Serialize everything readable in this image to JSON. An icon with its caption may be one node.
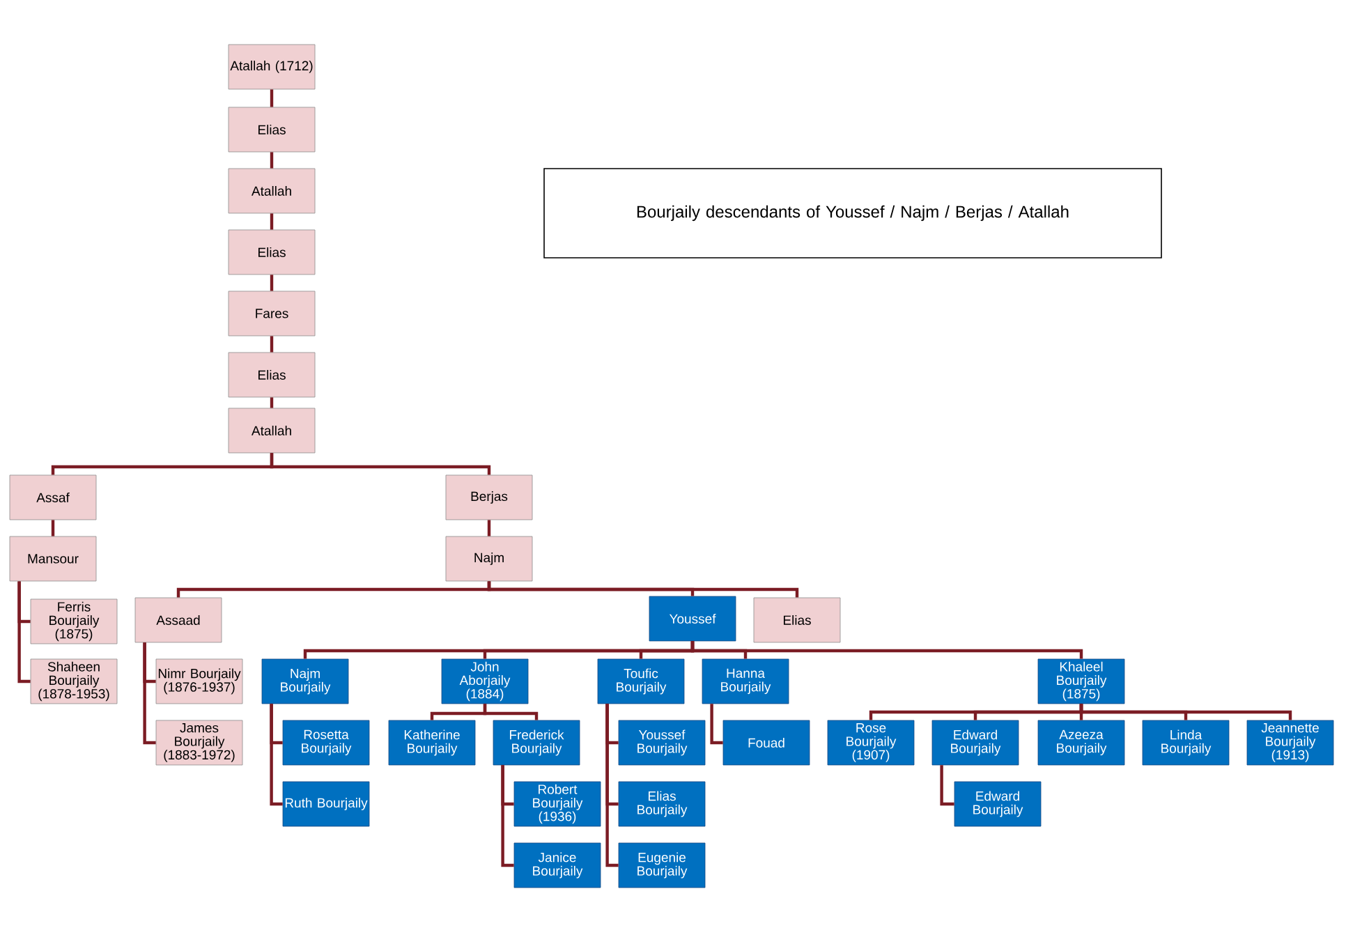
{
  "diagram": {
    "title": "Bourjaily descendants of Youssef  / Najm / Berjas / Atallah",
    "nodes": [
      {
        "text": [
          "Atallah (1712)"
        ]
      },
      {
        "text": [
          "Elias"
        ]
      },
      {
        "text": [
          "Atallah"
        ]
      },
      {
        "text": [
          "Elias"
        ]
      },
      {
        "text": [
          "Fares"
        ]
      },
      {
        "text": [
          "Elias"
        ]
      },
      {
        "text": [
          "Atallah"
        ]
      },
      {
        "text": [
          "Assaf"
        ]
      },
      {
        "text": [
          "Berjas"
        ]
      },
      {
        "text": [
          "Mansour"
        ]
      },
      {
        "text": [
          "Ferris Bourjaily (1875)"
        ]
      },
      {
        "text": [
          "Shaheen Bourjaily (1878-1953)"
        ]
      },
      {
        "text": [
          "Najm"
        ]
      },
      {
        "text": [
          "Assaad"
        ]
      },
      {
        "text": [
          "Youssef"
        ]
      },
      {
        "text": [
          "Elias"
        ]
      },
      {
        "text": [
          "Nimr Bourjaily (1876-1937)"
        ]
      },
      {
        "text": [
          "James Bourjaily (1883-1972)"
        ]
      },
      {
        "text": [
          "Najm Bourjaily"
        ]
      },
      {
        "text": [
          "Rosetta Bourjaily"
        ]
      },
      {
        "text": [
          "Ruth Bourjaily"
        ]
      },
      {
        "text": [
          "John Aborjaily (1884)"
        ]
      },
      {
        "text": [
          "Katherine Bourjaily"
        ]
      },
      {
        "text": [
          "Frederick Bourjaily"
        ]
      },
      {
        "text": [
          "Robert Bourjaily (1936)"
        ]
      },
      {
        "text": [
          "Janice Bourjaily"
        ]
      },
      {
        "text": [
          "Toufic Bourjaily"
        ]
      },
      {
        "text": [
          "Youssef Bourjaily"
        ]
      },
      {
        "text": [
          "Elias Bourjaily"
        ]
      },
      {
        "text": [
          "Eugenie Bourjaily"
        ]
      },
      {
        "text": [
          "Hanna Bourjaily"
        ]
      },
      {
        "text": [
          "Fouad"
        ]
      },
      {
        "text": [
          "Khaleel Bourjaily (1875)"
        ]
      },
      {
        "text": [
          "Rose Bourjaily (1907)"
        ]
      },
      {
        "text": [
          "Edward Bourjaily"
        ]
      },
      {
        "text": [
          "Edward Bourjaily"
        ]
      },
      {
        "text": [
          "Azeeza Bourjaily"
        ]
      },
      {
        "text": [
          "Linda Bourjaily"
        ]
      },
      {
        "text": [
          "Jeannette Bourjaily (1913)"
        ]
      }
    ],
    "edges": [
      {
        "from": 0,
        "to": 1,
        "arrow": "none"
      },
      {
        "from": 1,
        "to": 2,
        "arrow": "none"
      },
      {
        "from": 2,
        "to": 3,
        "arrow": "none"
      },
      {
        "from": 3,
        "to": 4,
        "arrow": "none"
      },
      {
        "from": 4,
        "to": 5,
        "arrow": "none"
      },
      {
        "from": 5,
        "to": 6,
        "arrow": "none"
      },
      {
        "from": 6,
        "to": 7,
        "arrow": "none"
      },
      {
        "from": 6,
        "to": 8,
        "arrow": "none"
      },
      {
        "from": 7,
        "to": 9,
        "arrow": "none"
      },
      {
        "from": 8,
        "to": 12,
        "arrow": "none"
      },
      {
        "from": 9,
        "to": 10,
        "arrow": "none"
      },
      {
        "from": 9,
        "to": 11,
        "arrow": "none"
      },
      {
        "from": 12,
        "to": 13,
        "arrow": "none"
      },
      {
        "from": 12,
        "to": 14,
        "arrow": "none"
      },
      {
        "from": 12,
        "to": 15,
        "arrow": "none"
      },
      {
        "from": 13,
        "to": 16,
        "arrow": "none"
      },
      {
        "from": 13,
        "to": 17,
        "arrow": "none"
      },
      {
        "from": 14,
        "to": 18,
        "arrow": "none"
      },
      {
        "from": 14,
        "to": 21,
        "arrow": "none"
      },
      {
        "from": 14,
        "to": 26,
        "arrow": "none"
      },
      {
        "from": 14,
        "to": 30,
        "arrow": "none"
      },
      {
        "from": 14,
        "to": 32,
        "arrow": "none"
      },
      {
        "from": 18,
        "to": 19,
        "arrow": "none"
      },
      {
        "from": 18,
        "to": 20,
        "arrow": "none"
      },
      {
        "from": 21,
        "to": 22,
        "arrow": "none"
      },
      {
        "from": 21,
        "to": 23,
        "arrow": "none"
      },
      {
        "from": 23,
        "to": 24,
        "arrow": "none"
      },
      {
        "from": 23,
        "to": 25,
        "arrow": "none"
      },
      {
        "from": 26,
        "to": 27,
        "arrow": "none"
      },
      {
        "from": 26,
        "to": 28,
        "arrow": "none"
      },
      {
        "from": 26,
        "to": 29,
        "arrow": "none"
      },
      {
        "from": 30,
        "to": 31,
        "arrow": "none"
      },
      {
        "from": 32,
        "to": 33,
        "arrow": "none"
      },
      {
        "from": 32,
        "to": 34,
        "arrow": "none"
      },
      {
        "from": 32,
        "to": 36,
        "arrow": "none"
      },
      {
        "from": 32,
        "to": 37,
        "arrow": "none"
      },
      {
        "from": 32,
        "to": 38,
        "arrow": "none"
      },
      {
        "from": 34,
        "to": 35,
        "arrow": "none"
      }
    ]
  }
}
